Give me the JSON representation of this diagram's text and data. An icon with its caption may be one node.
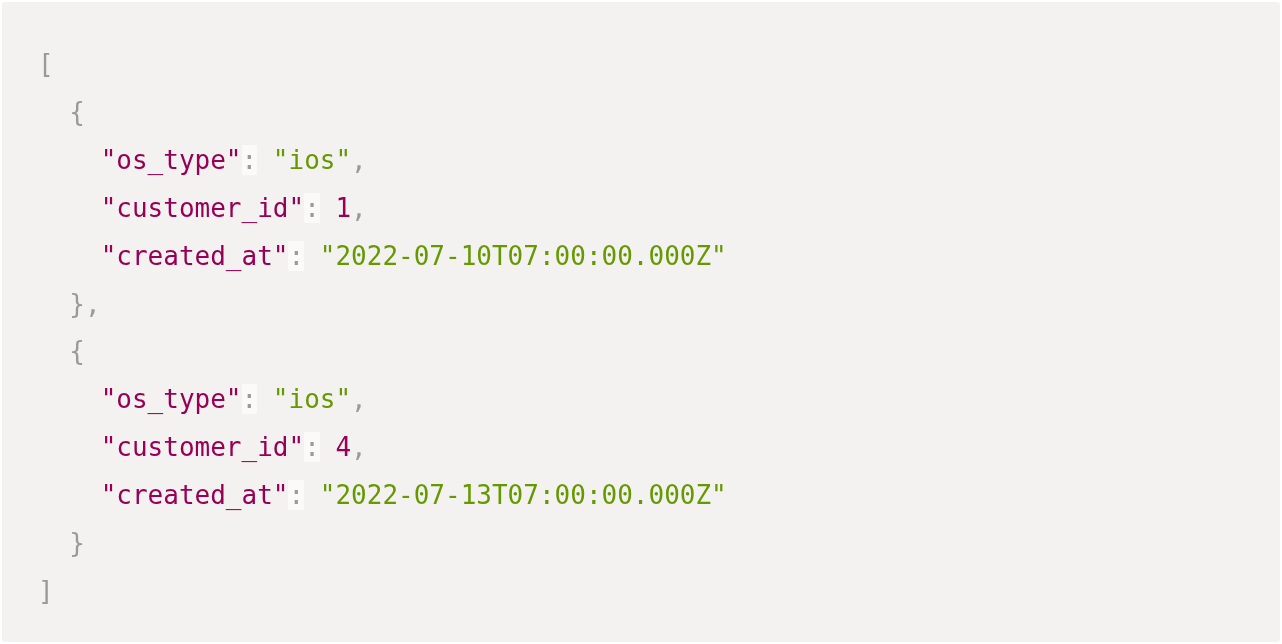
{
  "diagram": {
    "labels": [
      "[",
      "  {",
      "    \"os_type\": \"ios\",",
      "    \"customer_id\": 1,",
      "    \"created_at\": \"2022-07-10T07:00:00.000Z\"",
      "  },",
      "  {",
      "    \"os_type\": \"ios\",",
      "    \"customer_id\": 4,",
      "    \"created_at\": \"2022-07-13T07:00:00.000Z\"",
      "  }",
      "]"
    ]
  }
}
